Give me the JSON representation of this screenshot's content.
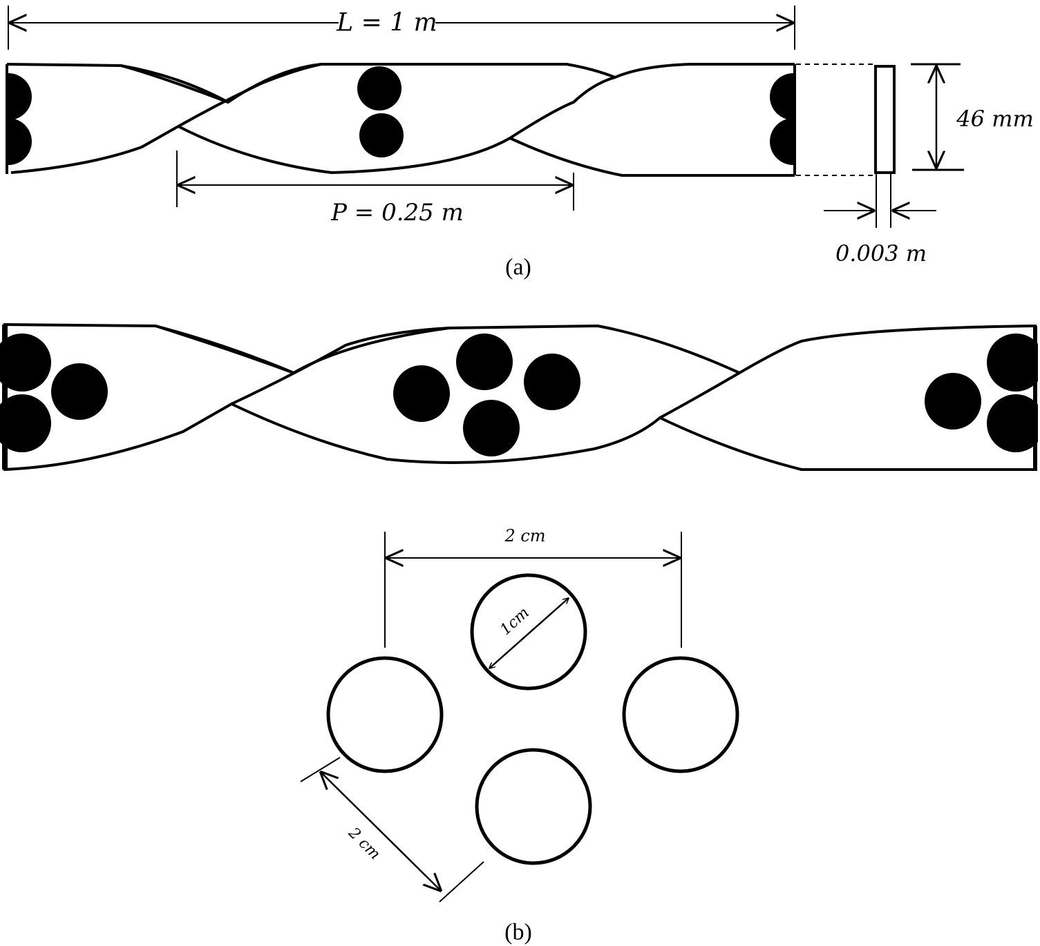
{
  "panel_a": {
    "length_label": "L = 1 m",
    "pitch_label": "P = 0.25 m",
    "width_label": "46 mm",
    "thickness_label": "0.003 m",
    "caption": "(a)"
  },
  "panel_b": {
    "top_spacing_label": "2 cm",
    "diameter_label": "1cm",
    "diagonal_spacing_label": "2 cm",
    "caption": "(b)"
  }
}
